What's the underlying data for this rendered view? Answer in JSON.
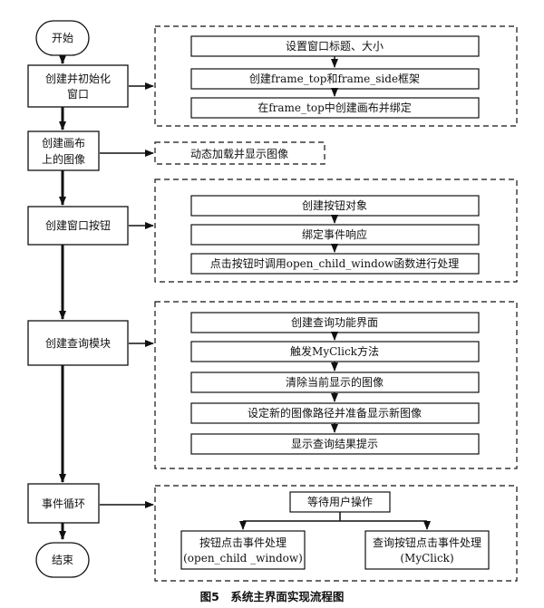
{
  "flowchart": {
    "start": "开始",
    "end": "结束",
    "steps": [
      {
        "label_lines": [
          "创建并初始化",
          "窗口"
        ],
        "details": [
          "设置窗口标题、大小",
          "创建frame_top和frame_side框架",
          "在frame_top中创建画布并绑定"
        ]
      },
      {
        "label_lines": [
          "创建画布",
          "上的图像"
        ],
        "details": [
          "动态加载并显示图像"
        ]
      },
      {
        "label_lines": [
          "创建窗口按钮"
        ],
        "details": [
          "创建按钮对象",
          "绑定事件响应",
          "点击按钮时调用open_child_window函数进行处理"
        ]
      },
      {
        "label_lines": [
          "创建查询模块"
        ],
        "details": [
          "创建查询功能界面",
          "触发MyClick方法",
          "清除当前显示的图像",
          "设定新的图像路径并准备显示新图像",
          "显示查询结果提示"
        ]
      },
      {
        "label_lines": [
          "事件循环"
        ],
        "details": [
          "等待用户操作"
        ],
        "branches": [
          {
            "lines": [
              "按钮点击事件处理",
              "(open_child _window)"
            ]
          },
          {
            "lines": [
              "查询按钮点击事件处理",
              "(MyClick)"
            ]
          }
        ]
      }
    ]
  },
  "caption": "图5　系统主界面实现流程图"
}
